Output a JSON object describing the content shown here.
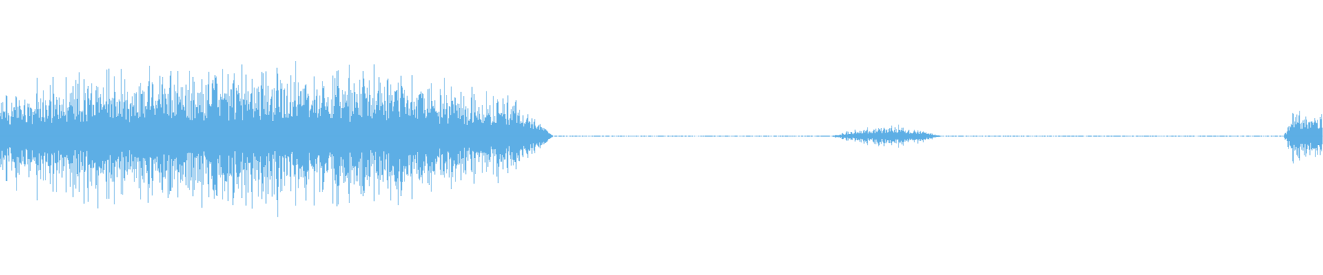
{
  "waveform": {
    "color": "#5daee5",
    "background": "#ffffff",
    "segments": [
      {
        "start": 0.0,
        "end": 0.395,
        "level": 0.95,
        "kind": "burst"
      },
      {
        "start": 0.395,
        "end": 0.418,
        "level": 0.1,
        "kind": "decay"
      },
      {
        "start": 0.418,
        "end": 0.628,
        "level": 0.01,
        "kind": "silence"
      },
      {
        "start": 0.628,
        "end": 0.713,
        "level": 0.15,
        "kind": "burst"
      },
      {
        "start": 0.713,
        "end": 0.97,
        "level": 0.01,
        "kind": "silence"
      },
      {
        "start": 0.97,
        "end": 1.0,
        "level": 0.35,
        "kind": "burst"
      }
    ]
  }
}
